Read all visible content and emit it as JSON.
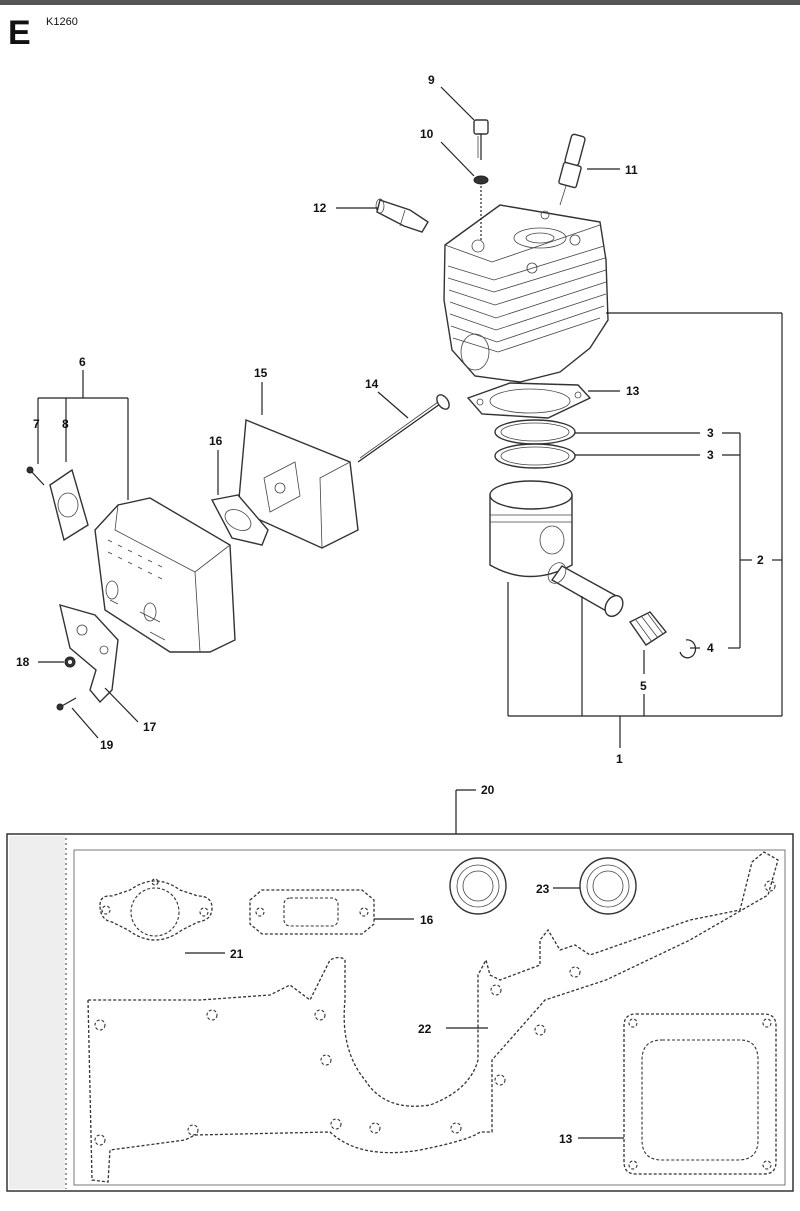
{
  "header": {
    "section_letter": "E",
    "model": "K1260"
  },
  "callouts": {
    "c1": "1",
    "c2": "2",
    "c3a": "3",
    "c3b": "3",
    "c4": "4",
    "c5": "5",
    "c6": "6",
    "c7": "7",
    "c8": "8",
    "c9": "9",
    "c10": "10",
    "c11": "11",
    "c12": "12",
    "c13": "13",
    "c14": "14",
    "c15": "15",
    "c16": "16",
    "c17": "17",
    "c18": "18",
    "c19": "19",
    "c20": "20",
    "c21": "21",
    "c22": "22",
    "c23": "23",
    "c16b": "16",
    "c13b": "13"
  }
}
